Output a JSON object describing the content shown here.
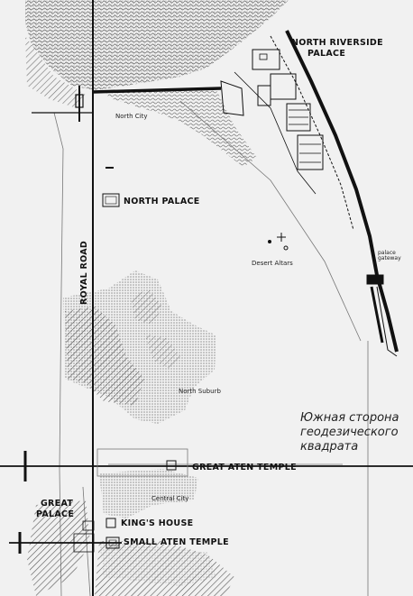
{
  "labels": {
    "north_riverside_palace": [
      "NORTH RIVERSIDE",
      "PALACE"
    ],
    "north_city": "North City",
    "north_palace": "NORTH PALACE",
    "royal_road": "ROYAL ROAD",
    "desert_altars": "Desert Altars",
    "palace_gateway": [
      "palace",
      "gateway"
    ],
    "north_suburb": "North Suburb",
    "great_aten_temple": "GREAT ATEN TEMPLE",
    "central_city": "Central City",
    "great_palace": [
      "GREAT",
      "PALACE"
    ],
    "kings_house": "KING'S HOUSE",
    "small_aten_temple": "SMALL ATEN TEMPLE"
  },
  "annotation": {
    "lines": [
      "Южная сторона",
      "геодезического",
      "квадрата"
    ]
  },
  "colors": {
    "background": "#f1f1f1",
    "ink": "#111111",
    "hatch": "#555555",
    "stipple": "#9a9a9a"
  }
}
